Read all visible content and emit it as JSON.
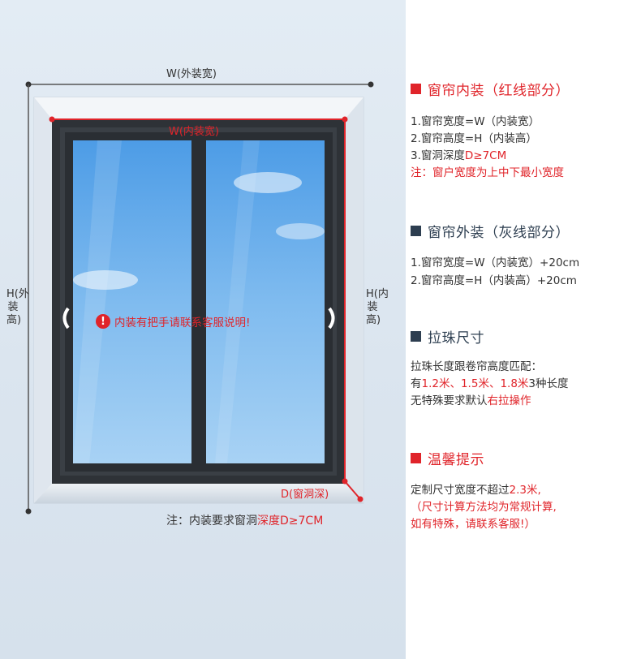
{
  "diagram": {
    "outer_width_label": "W(外装宽)",
    "inner_width_label": "W(内装宽)",
    "outer_height_label": "H(外装高)",
    "inner_height_label": "H(内装高)",
    "depth_label": "D(窗洞深)",
    "handle_warning": "内装有把手请联系客服说明!",
    "warning_icon": "!",
    "note_prefix": "注：内装要求窗洞",
    "note_highlight": "深度D≥7CM"
  },
  "sections": {
    "inner": {
      "title": "窗帘内装（红线部分）",
      "marker_color": "#e0242a",
      "line1": "1.窗帘宽度=W（内装宽）",
      "line2": "2.窗帘高度=H（内装高）",
      "line3_prefix": "3.窗洞深度",
      "line3_red": "D≥7CM",
      "note": "注：窗户宽度为上中下最小宽度"
    },
    "outer": {
      "title": "窗帘外装（灰线部分）",
      "marker_color": "#2d3e50",
      "line1": "1.窗帘宽度=W（内装宽）+20cm",
      "line2": "2.窗帘高度=H（内装高）+20cm"
    },
    "bead": {
      "title": "拉珠尺寸",
      "marker_color": "#2d3e50",
      "line1": "拉珠长度跟卷帘高度匹配：",
      "line2_a": "有",
      "line2_red": "1.2米、1.5米、1.8米",
      "line2_b": "3种长度",
      "line3_a": "无特殊要求默认",
      "line3_red": "右拉操作"
    },
    "tips": {
      "title": "温馨提示",
      "marker_color": "#e0242a",
      "line1_a": "定制尺寸宽度不超过",
      "line1_red": "2.3米,",
      "line2": "（尺寸计算方法均为常规计算,",
      "line3": "如有特殊，请联系客服!）"
    }
  }
}
